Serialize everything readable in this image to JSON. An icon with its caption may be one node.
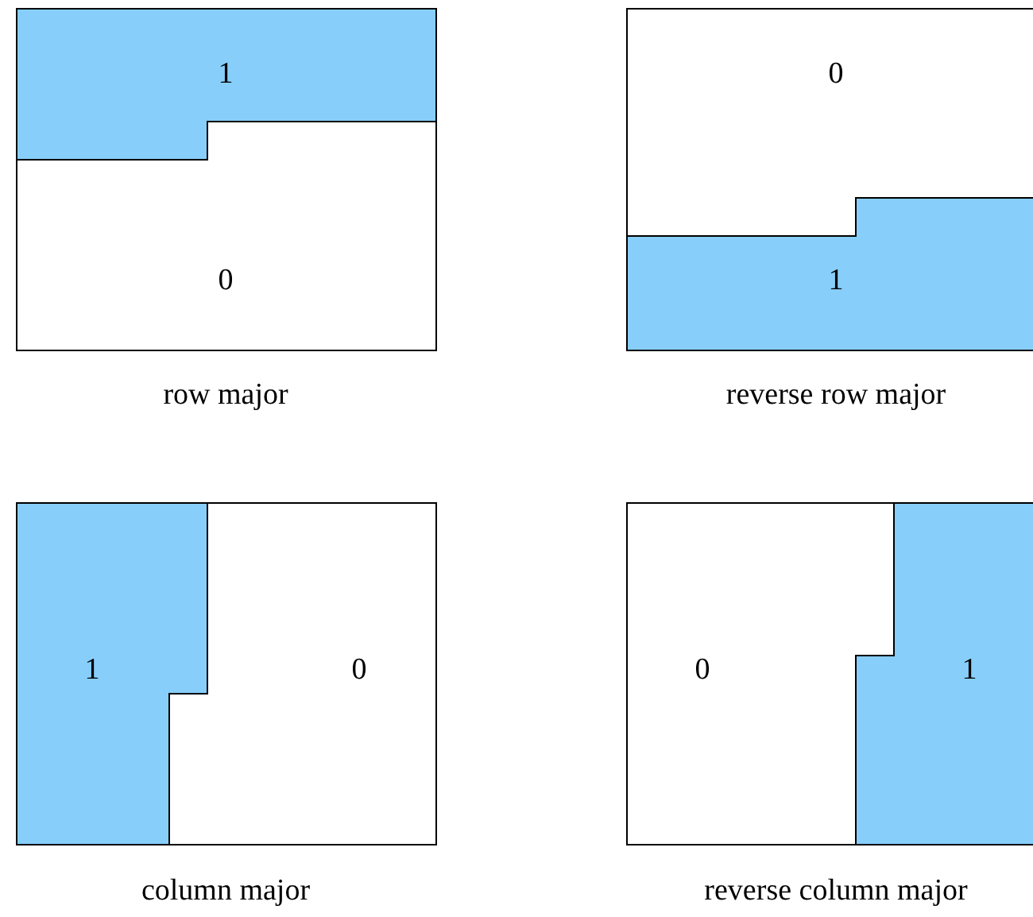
{
  "diagram": {
    "nodes": [
      {
        "text": [
          "1"
        ]
      },
      {
        "text": [
          "0"
        ]
      },
      {
        "text": [
          "0"
        ]
      },
      {
        "text": [
          "1"
        ]
      },
      {
        "text": [
          "1"
        ]
      },
      {
        "text": [
          "0"
        ]
      },
      {
        "text": [
          "0"
        ]
      },
      {
        "text": [
          "1"
        ]
      }
    ],
    "labels": [
      "row major",
      "reverse row major",
      "column major",
      "reverse column major"
    ]
  }
}
